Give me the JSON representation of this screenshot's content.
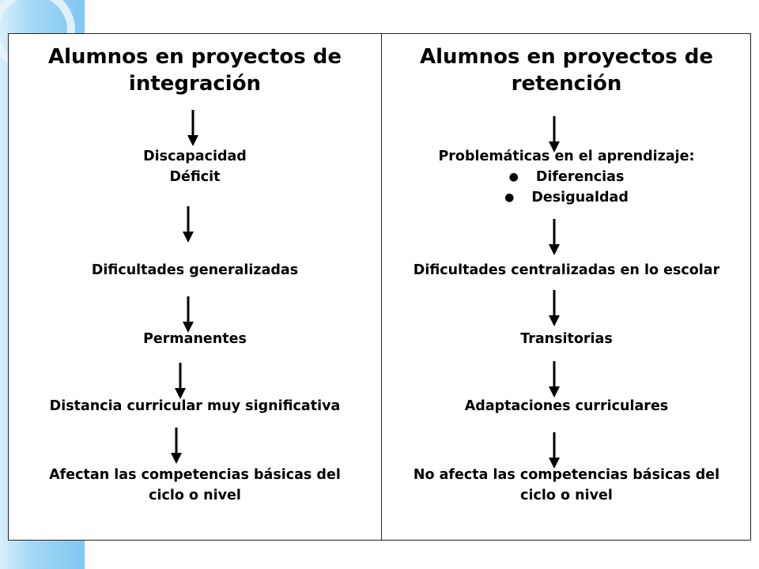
{
  "left": {
    "header": "Alumnos en proyectos de integración",
    "nodes": [
      {
        "lines": [
          "Discapacidad",
          "Déficit"
        ]
      },
      {
        "lines": [
          "Dificultades generalizadas"
        ]
      },
      {
        "lines": [
          "Permanentes"
        ]
      },
      {
        "lines": [
          "Distancia curricular muy significativa"
        ]
      },
      {
        "lines": [
          "Afectan las competencias básicas del",
          "ciclo o nivel"
        ]
      }
    ]
  },
  "right": {
    "header": "Alumnos en proyectos de retención",
    "nodes": [
      {
        "lines": [
          "Problemáticas en el aprendizaje:"
        ],
        "bullets": [
          "Diferencias",
          "Desigualdad"
        ]
      },
      {
        "lines": [
          "Dificultades centralizadas en lo escolar"
        ]
      },
      {
        "lines": [
          "Transitorias"
        ]
      },
      {
        "lines": [
          "Adaptaciones curriculares"
        ]
      },
      {
        "lines": [
          "No afecta las competencias básicas del",
          "ciclo o nivel"
        ]
      }
    ]
  },
  "colors": {
    "band": "#7ec6f2",
    "ring": "#c9d8cc",
    "arrow": "#000000"
  }
}
